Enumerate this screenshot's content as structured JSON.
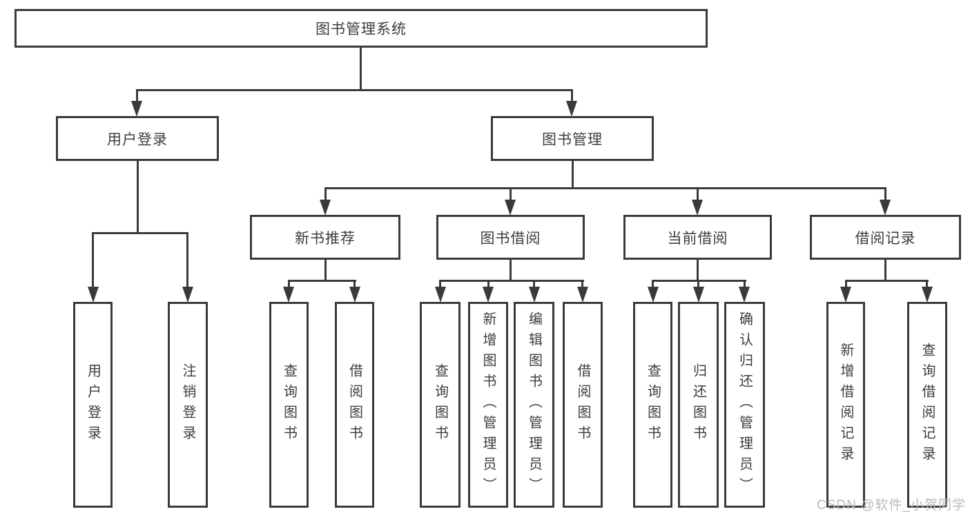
{
  "tree": {
    "label": "图书管理系统",
    "children": [
      {
        "label": "用户登录",
        "children": [
          {
            "label": "用户登录"
          },
          {
            "label": "注销登录"
          }
        ]
      },
      {
        "label": "图书管理",
        "children": [
          {
            "label": "新书推荐",
            "children": [
              {
                "label": "查询图书"
              },
              {
                "label": "借阅图书"
              }
            ]
          },
          {
            "label": "图书借阅",
            "children": [
              {
                "label": "查询图书"
              },
              {
                "label": "新增图书（管理员）"
              },
              {
                "label": "编辑图书（管理员）"
              },
              {
                "label": "借阅图书"
              }
            ]
          },
          {
            "label": "当前借阅",
            "children": [
              {
                "label": "查询图书"
              },
              {
                "label": "归还图书"
              },
              {
                "label": "确认归还（管理员）"
              }
            ]
          },
          {
            "label": "借阅记录",
            "children": [
              {
                "label": "新增借阅记录"
              },
              {
                "label": "查询借阅记录"
              }
            ]
          }
        ]
      }
    ]
  },
  "watermark": {
    "text": "CSDN @软件_小贺同学"
  },
  "colors": {
    "line": "#3a3a3a",
    "text": "#3d3d3d",
    "watermark": "#b6bac0",
    "background": "#ffffff"
  }
}
